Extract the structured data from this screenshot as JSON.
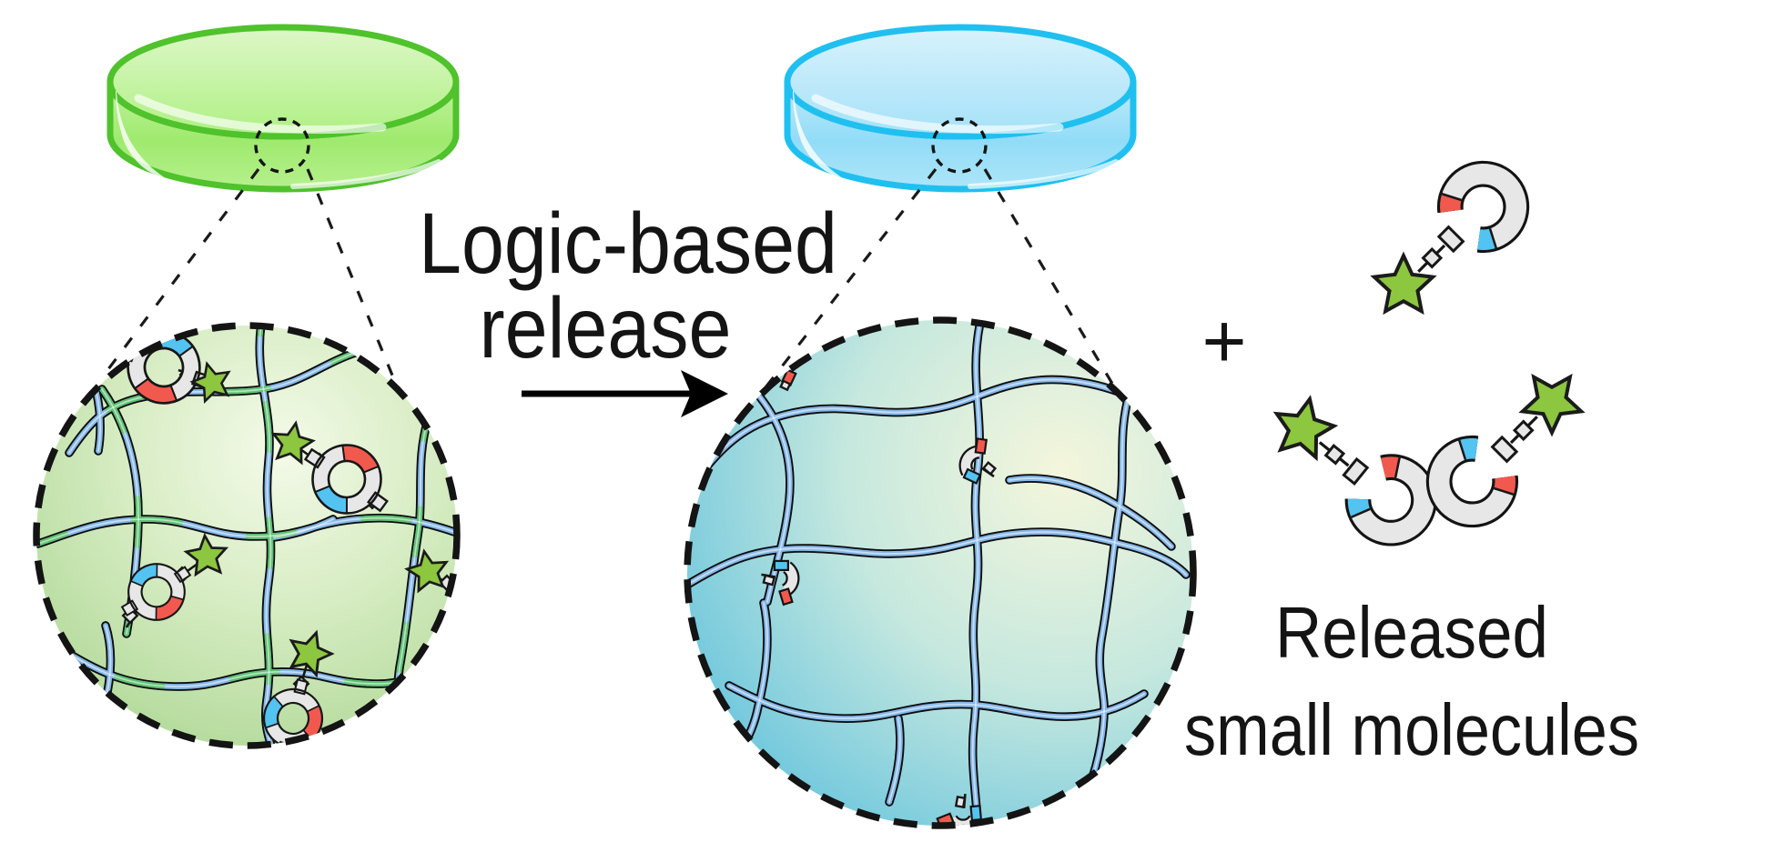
{
  "labels": {
    "process_line1": "Logic-based",
    "process_line2": "release",
    "plus": "+",
    "released_line1": "Released",
    "released_line2": "small molecules"
  },
  "colors": {
    "gel-green": "#4fc22c",
    "gel-blue": "#1fc0f0",
    "network-bg-green": "#a9d590",
    "network-bg-teal": "#57bedd",
    "strand-blue": "#86b8e9",
    "strand-green": "#5ec272",
    "star-green": "#8dc63f",
    "cargo-red": "#f2594e",
    "cargo-blue": "#53c3f1",
    "linker-gray": "#e7e7e7",
    "ink": "#141414"
  },
  "scene": {
    "left_gel": {
      "state": "loaded hydrogel (green)",
      "bound_ring_complexes": 4,
      "star_cargo_count": 5
    },
    "right_gel": {
      "state": "emptied hydrogel (blue) after logic-based release",
      "cleaved_linker_stubs": 4
    },
    "released_molecule_count": 3
  }
}
